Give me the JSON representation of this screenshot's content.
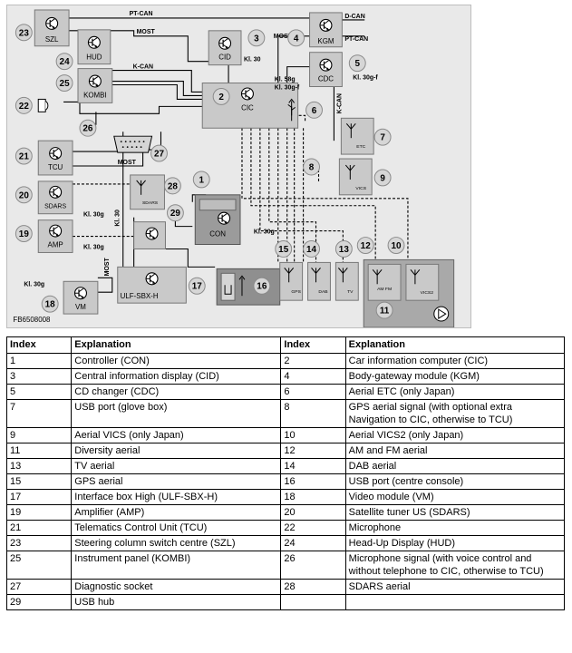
{
  "diagram": {
    "figure_code": "FB6508008",
    "buses": {
      "pt_can_top": "PT-CAN",
      "most_top": "MOST",
      "d_can": "D-CAN",
      "pt_can_right": "PT-CAN",
      "most_right": "MOST",
      "k_can": "K-CAN",
      "k_can_right": "K-CAN",
      "most_mid": "MOST",
      "most_left": "MOST",
      "kl30_vert": "Kl. 30"
    },
    "terminals": {
      "cid": "Kl. 30",
      "kl58g": "Kl. 58g",
      "kl30gf": "Kl. 30g-f",
      "cdc": "Kl. 30g-f",
      "sdars": "Kl. 30g",
      "amp": "Kl. 30g",
      "con": "Kl. 30g",
      "vm": "Kl. 30g"
    },
    "modules": {
      "szl": "SZL",
      "hud": "HUD",
      "kombi": "KOMBI",
      "cid": "CID",
      "kgm": "KGM",
      "cdc": "CDC",
      "cic": "CIC",
      "tcu": "TCU",
      "sdars": "SDARS",
      "amp": "AMP",
      "con": "CON",
      "ulf": "ULF-SBX-H",
      "vm": "VM"
    },
    "antennas": {
      "etc": "ETC",
      "vics": "VICS",
      "sdars": "SDARS",
      "gps": "GPS",
      "dab": "DAB",
      "tv": "TV",
      "amfm": "AM FM",
      "vics2": "VICS2"
    },
    "callouts": [
      "1",
      "2",
      "3",
      "4",
      "5",
      "6",
      "7",
      "8",
      "9",
      "10",
      "11",
      "12",
      "13",
      "14",
      "15",
      "16",
      "17",
      "18",
      "19",
      "20",
      "21",
      "22",
      "23",
      "24",
      "25",
      "26",
      "27",
      "28",
      "29"
    ]
  },
  "legend": {
    "headers": [
      "Index",
      "Explanation",
      "Index",
      "Explanation"
    ],
    "rows": [
      [
        "1",
        "Controller (CON)",
        "2",
        "Car information computer (CIC)"
      ],
      [
        "3",
        "Central information display (CID)",
        "4",
        "Body-gateway module (KGM)"
      ],
      [
        "5",
        "CD changer (CDC)",
        "6",
        "Aerial ETC (only Japan)"
      ],
      [
        "7",
        "USB port (glove box)",
        "8",
        "GPS aerial signal (with optional extra Navigation to CIC, otherwise to TCU)"
      ],
      [
        "9",
        "Aerial VICS (only Japan)",
        "10",
        "Aerial VICS2 (only Japan)"
      ],
      [
        "11",
        "Diversity aerial",
        "12",
        "AM and FM aerial"
      ],
      [
        "13",
        "TV aerial",
        "14",
        "DAB aerial"
      ],
      [
        "15",
        "GPS aerial",
        "16",
        "USB port (centre console)"
      ],
      [
        "17",
        "Interface box High (ULF-SBX-H)",
        "18",
        "Video module (VM)"
      ],
      [
        "19",
        "Amplifier (AMP)",
        "20",
        "Satellite tuner US (SDARS)"
      ],
      [
        "21",
        "Telematics Control Unit (TCU)",
        "22",
        "Microphone"
      ],
      [
        "23",
        "Steering column switch centre (SZL)",
        "24",
        "Head-Up Display (HUD)"
      ],
      [
        "25",
        "Instrument panel (KOMBI)",
        "26",
        "Microphone signal (with voice control and without telephone to CIC, otherwise to TCU)"
      ],
      [
        "27",
        "Diagnostic socket",
        "28",
        "SDARS aerial"
      ],
      [
        "29",
        "USB hub",
        "",
        ""
      ]
    ]
  }
}
